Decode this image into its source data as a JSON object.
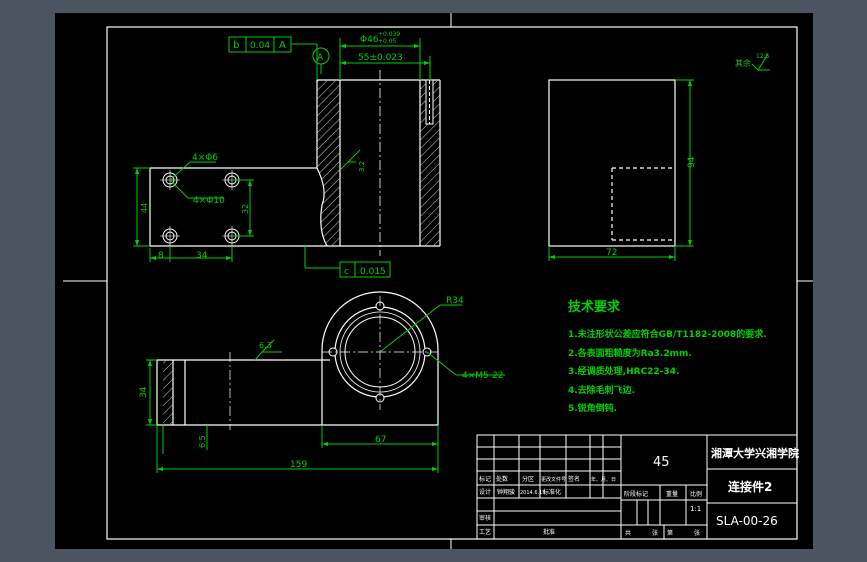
{
  "colors": {
    "outer": "#4b5561",
    "paper": "#000000",
    "line": "#ffffff",
    "dim": "#00d000",
    "hatch": "#d0d0d0",
    "center": "#ffffff"
  },
  "drawing": {
    "tolerance_frame_top": {
      "symbol": "b",
      "value": "0.04",
      "datum": "A"
    },
    "tolerance_frame_bottom": {
      "symbol": "c",
      "value": "0.015"
    },
    "datum_label": "A",
    "dim_bore": "Φ46",
    "dim_bore_upper": "+0.039",
    "dim_bore_lower": "+0.05",
    "dim_center": "55±0.023",
    "hole_label_1": "4×Φ6",
    "hole_label_2": "4×Φ10",
    "dim_8": "8",
    "dim_34_front": "34",
    "dim_height_left": "44",
    "dim_hole_spacing": "32",
    "roughness_bore": "3.2",
    "dim_side_height": "94",
    "dim_side_width": "72",
    "roughness_corner": "其余",
    "roughness_corner_value": "12.5",
    "dim_r34": "R34",
    "roughness_top": "6.3",
    "thread_label": "4×M5",
    "thread_depth": "22",
    "dim_34_bottom": "34",
    "dim_6_5": "6.5",
    "dim_67": "67",
    "dim_159": "159"
  },
  "tech_requirements": {
    "title": "技术要求",
    "items": [
      "1.未注形状公差应符合GB/T1182-2008的要求.",
      "2.各表面粗糙度为Ra3.2mm.",
      "3.经调质处理,HRC22-34.",
      "4.去除毛刺飞边.",
      "5.锐角倒钝."
    ]
  },
  "title_block": {
    "material": "45",
    "school": "湘潭大学兴湘学院",
    "part_name": "连接件2",
    "drawing_no": "SLA-00-26",
    "scale": "1:1",
    "row_labels": [
      "标记",
      "处数",
      "分区",
      "更改文件号",
      "签名",
      "年、月、日"
    ],
    "design_label": "设计",
    "designer": "钟翔骏",
    "date": "2014.6.15",
    "std_label": "标准化",
    "review_label": "审核",
    "process_label": "工艺",
    "approve_label": "批准",
    "stage_label": "阶段标记",
    "weight_label": "重量",
    "ratio_label": "比例",
    "sheet_total": "共",
    "sheet_unit": "张",
    "sheet_no": "第",
    "sheet_unit2": "张"
  }
}
